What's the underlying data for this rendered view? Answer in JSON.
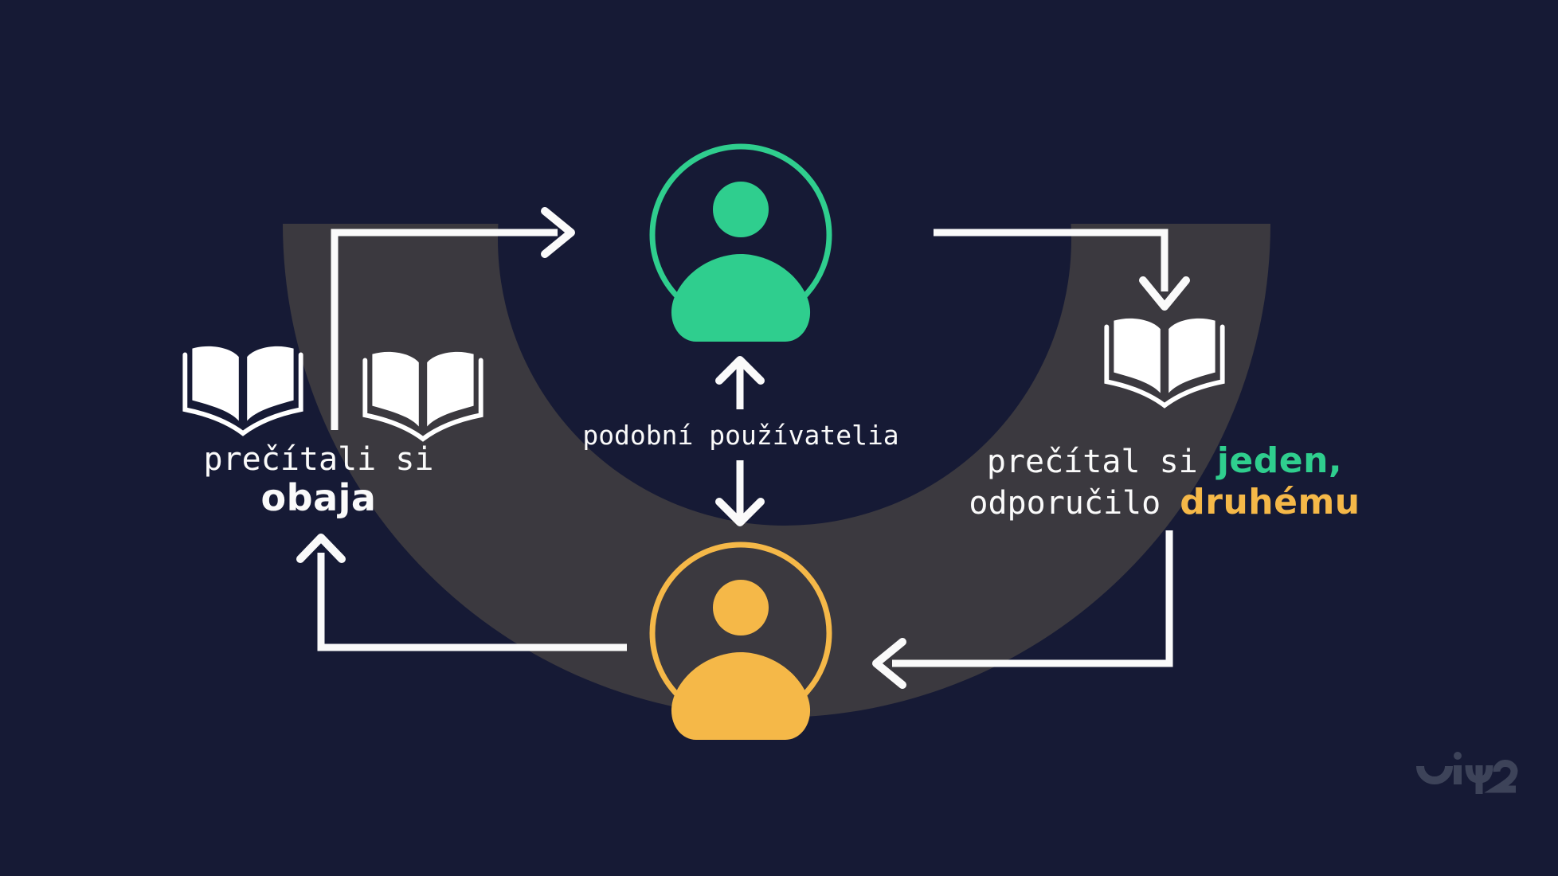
{
  "colors": {
    "background": "#161a35",
    "arc": "#3b393f",
    "white": "#fafafa",
    "icon_white": "#ffffff",
    "green": "#2fce8e",
    "yellow": "#f5b848",
    "watermark": "#3d4359"
  },
  "labels": {
    "similar_users": "podobní používatelia",
    "left_line1": "prečítali si",
    "left_line2": "obaja",
    "right_line1_regular": "prečítal si ",
    "right_line1_bold": "jeden,",
    "right_line2_regular": "odporučilo ",
    "right_line2_bold": "druhému"
  },
  "watermark": {
    "text": "ui42"
  }
}
